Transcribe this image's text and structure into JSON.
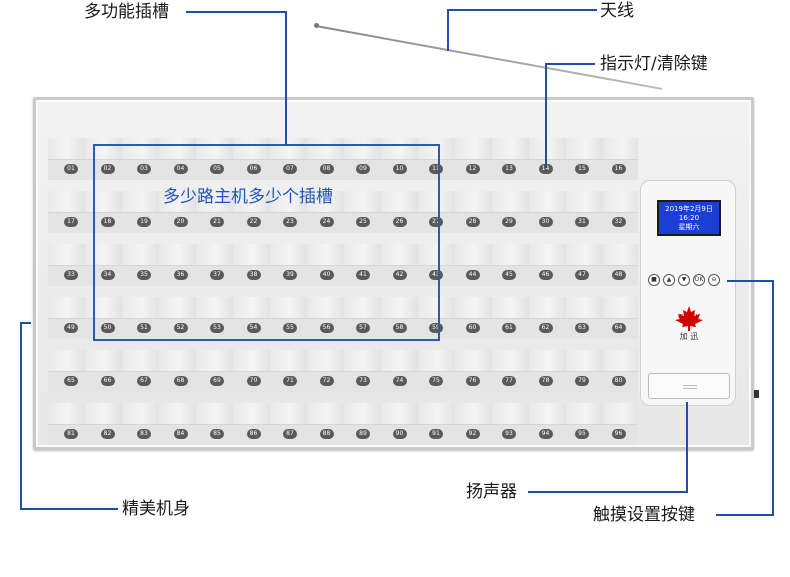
{
  "labels": {
    "multi_slot": "多功能插槽",
    "antenna": "天线",
    "indicator": "指示灯/清除键",
    "slots_note": "多少路主机多少个插槽",
    "body": "精美机身",
    "speaker": "扬声器",
    "touch_keys": "触摸设置按键"
  },
  "lcd": {
    "date": "2019年2月9日",
    "time": "16:20",
    "weekday": "星期六"
  },
  "logo": {
    "mark": "GA-KK",
    "text": "加  迅"
  },
  "buttons": [
    "■",
    "▲",
    "▼",
    "OK",
    "⊖"
  ],
  "slot_rows": [
    [
      "01",
      "02",
      "03",
      "04",
      "05",
      "06",
      "07",
      "08",
      "09",
      "10",
      "11",
      "12",
      "13",
      "14",
      "15",
      "16"
    ],
    [
      "17",
      "18",
      "19",
      "20",
      "21",
      "22",
      "23",
      "24",
      "25",
      "26",
      "27",
      "28",
      "29",
      "30",
      "31",
      "32"
    ],
    [
      "33",
      "34",
      "35",
      "36",
      "37",
      "38",
      "39",
      "40",
      "41",
      "42",
      "43",
      "44",
      "45",
      "46",
      "47",
      "48"
    ],
    [
      "49",
      "50",
      "51",
      "52",
      "53",
      "54",
      "55",
      "56",
      "57",
      "58",
      "59",
      "60",
      "61",
      "62",
      "63",
      "64"
    ],
    [
      "65",
      "66",
      "67",
      "68",
      "69",
      "70",
      "71",
      "72",
      "73",
      "74",
      "75",
      "76",
      "77",
      "78",
      "79",
      "80"
    ],
    [
      "81",
      "82",
      "83",
      "84",
      "85",
      "86",
      "87",
      "88",
      "89",
      "90",
      "91",
      "92",
      "93",
      "94",
      "95",
      "96"
    ]
  ],
  "colors": {
    "accent": "#1f4fa8",
    "lcd": "#1b3fd6",
    "logo": "#d40000"
  }
}
